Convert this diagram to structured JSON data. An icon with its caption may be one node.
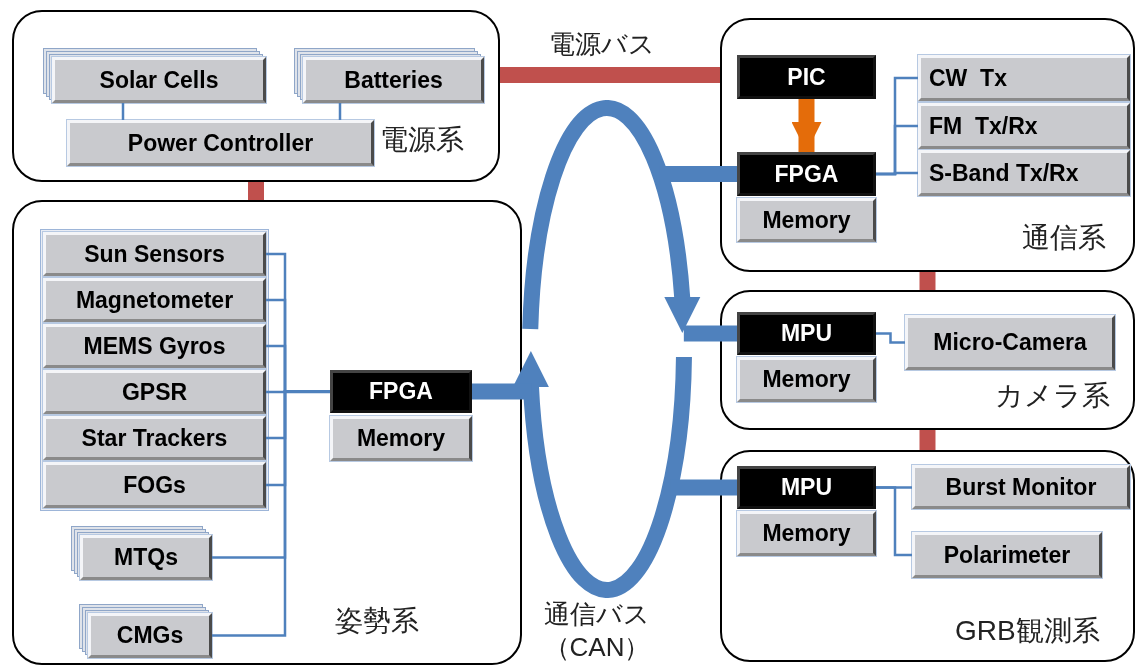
{
  "diagram": {
    "nodes": [
      {
        "text": [
          "電源系"
        ]
      },
      {
        "text": [
          "Solar Cells"
        ],
        "in": 0
      },
      {
        "text": [
          "Batteries"
        ],
        "in": 0
      },
      {
        "text": [
          "Power Controller"
        ],
        "in": 0
      },
      {
        "text": [
          "姿勢系"
        ]
      },
      {
        "text": [
          "Sun Sensors"
        ],
        "in": 4
      },
      {
        "text": [
          "Magnetometer"
        ],
        "in": 4
      },
      {
        "text": [
          "MEMS Gyros"
        ],
        "in": 4
      },
      {
        "text": [
          "GPSR"
        ],
        "in": 4
      },
      {
        "text": [
          "Star Trackers"
        ],
        "in": 4
      },
      {
        "text": [
          "FOGs"
        ],
        "in": 4
      },
      {
        "text": [
          "MTQs"
        ],
        "in": 4
      },
      {
        "text": [
          "CMGs"
        ],
        "in": 4
      },
      {
        "text": [
          "FPGA"
        ],
        "in": 4
      },
      {
        "text": [
          "Memory"
        ],
        "in": 4
      },
      {
        "text": [
          "通信系"
        ]
      },
      {
        "text": [
          "PIC"
        ],
        "in": 15
      },
      {
        "text": [
          "FPGA"
        ],
        "in": 15
      },
      {
        "text": [
          "Memory"
        ],
        "in": 15
      },
      {
        "text": [
          "CW  Tx"
        ],
        "in": 15
      },
      {
        "text": [
          "FM  Tx/Rx"
        ],
        "in": 15
      },
      {
        "text": [
          "S-Band Tx/Rx"
        ],
        "in": 15
      },
      {
        "text": [
          "カメラ系"
        ]
      },
      {
        "text": [
          "MPU"
        ],
        "in": 22
      },
      {
        "text": [
          "Memory"
        ],
        "in": 22
      },
      {
        "text": [
          "Micro-Camera"
        ],
        "in": 22
      },
      {
        "text": [
          "GRB観測系"
        ]
      },
      {
        "text": [
          "MPU"
        ],
        "in": 26
      },
      {
        "text": [
          "Memory"
        ],
        "in": 26
      },
      {
        "text": [
          "Burst Monitor"
        ],
        "in": 26
      },
      {
        "text": [
          "Polarimeter"
        ],
        "in": 26
      },
      {
        "text": [],
        "shape": "ellipse",
        "beside": [
          "通信バス（CAN）"
        ]
      }
    ],
    "edges": [
      {
        "from": 1,
        "to": 3,
        "arrow": "none"
      },
      {
        "from": 2,
        "to": 3,
        "arrow": "none"
      },
      {
        "from": 0,
        "to": 4,
        "arrow": "none",
        "style": "thick",
        "color": "#c0504d"
      },
      {
        "from": 0,
        "to": 15,
        "arrow": "none",
        "style": "thick",
        "color": "#c0504d",
        "label": "電源バス"
      },
      {
        "from": 15,
        "to": 22,
        "arrow": "none",
        "style": "thick",
        "color": "#c0504d"
      },
      {
        "from": 22,
        "to": 26,
        "arrow": "none",
        "style": "thick",
        "color": "#c0504d"
      },
      {
        "from": 5,
        "to": 13,
        "arrow": "none"
      },
      {
        "from": 6,
        "to": 13,
        "arrow": "none"
      },
      {
        "from": 7,
        "to": 13,
        "arrow": "none"
      },
      {
        "from": 8,
        "to": 13,
        "arrow": "none"
      },
      {
        "from": 9,
        "to": 13,
        "arrow": "none"
      },
      {
        "from": 10,
        "to": 13,
        "arrow": "none"
      },
      {
        "from": 11,
        "to": 13,
        "arrow": "none"
      },
      {
        "from": 12,
        "to": 13,
        "arrow": "none"
      },
      {
        "from": 13,
        "to": 31,
        "arrow": "none",
        "style": "thick"
      },
      {
        "from": 16,
        "to": 17,
        "arrow": "to",
        "style": "thick",
        "color": "#e46c0a"
      },
      {
        "from": 31,
        "to": 17,
        "arrow": "none",
        "style": "thick"
      },
      {
        "from": 17,
        "to": 19,
        "arrow": "none"
      },
      {
        "from": 17,
        "to": 20,
        "arrow": "none"
      },
      {
        "from": 17,
        "to": 21,
        "arrow": "none"
      },
      {
        "from": 31,
        "to": 23,
        "arrow": "none",
        "style": "thick"
      },
      {
        "from": 23,
        "to": 25,
        "arrow": "none"
      },
      {
        "from": 31,
        "to": 27,
        "arrow": "none",
        "style": "thick"
      },
      {
        "from": 27,
        "to": 29,
        "arrow": "none"
      },
      {
        "from": 27,
        "to": 30,
        "arrow": "none"
      }
    ]
  }
}
